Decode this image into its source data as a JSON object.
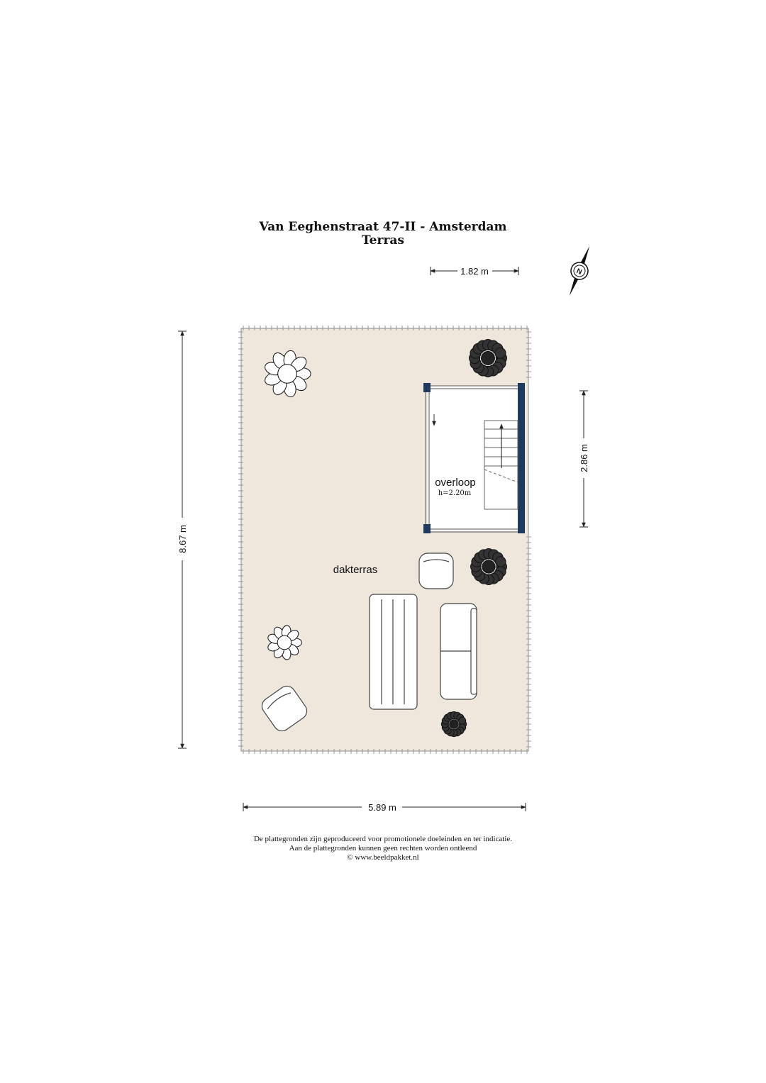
{
  "header": {
    "address": "Van Eeghenstraat 47-II - Amsterdam",
    "floor": "Terras"
  },
  "dimensions": {
    "top_width": "1.82 m",
    "total_height": "8.67 m",
    "overloop_height": "2.86 m",
    "total_width": "5.89 m"
  },
  "rooms": {
    "overloop": {
      "name": "overloop",
      "ceiling": "h=2.20m"
    },
    "dakterras": {
      "name": "dakterras"
    }
  },
  "compass": {
    "label": "N"
  },
  "footer": {
    "line1": "De plattegronden zijn geproduceerd voor promotionele doeleinden en ter indicatie.",
    "line2": "Aan de plattegronden kunnen geen rechten worden ontleend",
    "line3": "© www.beeldpakket.nl"
  },
  "colors": {
    "floor": "#efe7dc",
    "wall": "#1e3a5f",
    "line": "#222222"
  }
}
